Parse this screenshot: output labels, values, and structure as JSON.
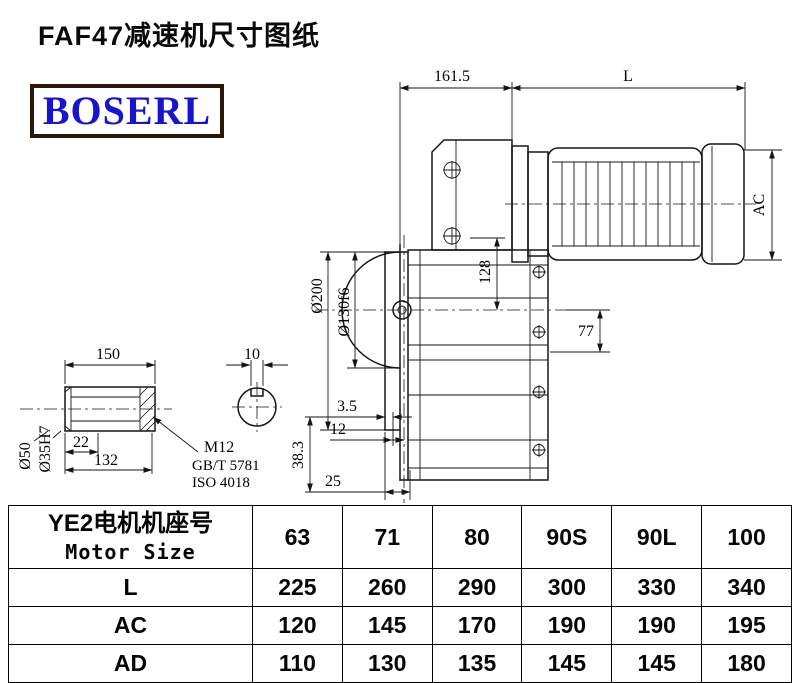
{
  "page": {
    "title": "FAF47减速机尺寸图纸",
    "logo_text": "BOSERL"
  },
  "drawing": {
    "dim_length_gear": "161.5",
    "dim_length_motor": "L",
    "dim_motor_height": "AC",
    "dim_center_height": "128",
    "dim_77": "77",
    "dim_flange_od": "Ø200",
    "dim_spigot": "Ø130f6",
    "dim_shaft_length": "150",
    "dim_key_width": "10",
    "dim_shaft_od": "Ø50",
    "dim_bore": "Ø35H7",
    "dim_22": "22",
    "dim_132": "132",
    "thread": "M12",
    "std_gb": "GB/T 5781",
    "std_iso": "ISO 4018",
    "dim_3_5": "3.5",
    "dim_12": "12",
    "dim_25": "25",
    "dim_38_3": "38.3"
  },
  "table": {
    "motor_header_cn": "YE2电机机座号",
    "motor_header_en": "Motor Size",
    "sizes": [
      "63",
      "71",
      "80",
      "90S",
      "90L",
      "100"
    ],
    "rows": [
      {
        "label": "L",
        "values": [
          "225",
          "260",
          "290",
          "300",
          "330",
          "340"
        ]
      },
      {
        "label": "AC",
        "values": [
          "120",
          "145",
          "170",
          "190",
          "190",
          "195"
        ]
      },
      {
        "label": "AD",
        "values": [
          "110",
          "130",
          "135",
          "145",
          "145",
          "180"
        ]
      }
    ]
  }
}
